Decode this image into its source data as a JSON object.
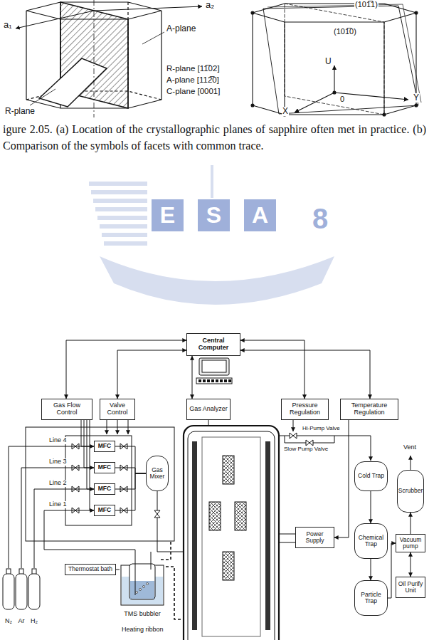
{
  "diagram": {
    "caption": "igure 2.05. (a) Location of the crystallographic planes of sapphire often met in practice. (b) Comparison of the symbols of facets with common trace.",
    "nodes": [
      {
        "text": [
          "Central Computer"
        ]
      },
      {
        "text": [
          "Gas Flow Control"
        ]
      },
      {
        "text": [
          "Valve Control"
        ]
      },
      {
        "text": [
          "Gas Analyzer"
        ]
      },
      {
        "text": [
          "Pressure Regulation"
        ]
      },
      {
        "text": [
          "Temperature Regulation"
        ]
      },
      {
        "text": [
          "MFC"
        ]
      },
      {
        "text": [
          "MFC"
        ]
      },
      {
        "text": [
          "MFC"
        ]
      },
      {
        "text": [
          "MFC"
        ]
      },
      {
        "text": [
          "Gas Mixer"
        ]
      },
      {
        "text": [
          "Thermostat bath"
        ]
      },
      {
        "text": [
          "TMS bubbler"
        ]
      },
      {
        "text": [
          "Cold Trap"
        ]
      },
      {
        "text": [
          "Chemical Trap"
        ]
      },
      {
        "text": [
          "Particle Trap"
        ]
      },
      {
        "text": [
          "Power Supply"
        ]
      },
      {
        "text": [
          "Scrubber"
        ]
      },
      {
        "text": [
          "Vacuum pump"
        ]
      },
      {
        "text": [
          "Oil Purify Unit"
        ]
      },
      {
        "text": [
          "N₂"
        ]
      },
      {
        "text": [
          "Ar"
        ]
      },
      {
        "text": [
          "H₂"
        ]
      }
    ],
    "edges": [
      {
        "from": 0,
        "to": 1,
        "arrow": "both"
      },
      {
        "from": 0,
        "to": 2,
        "arrow": "both"
      },
      {
        "from": 0,
        "to": 3,
        "arrow": "both"
      },
      {
        "from": 0,
        "to": 4,
        "arrow": "both"
      },
      {
        "from": 0,
        "to": 5,
        "arrow": "both"
      },
      {
        "from": 1,
        "to": 6,
        "arrow": "to"
      },
      {
        "from": 1,
        "to": 7,
        "arrow": "to"
      },
      {
        "from": 1,
        "to": 8,
        "arrow": "to"
      },
      {
        "from": 1,
        "to": 9,
        "arrow": "to"
      },
      {
        "from": 6,
        "to": 10,
        "arrow": "none"
      },
      {
        "from": 7,
        "to": 10,
        "arrow": "none"
      },
      {
        "from": 8,
        "to": 10,
        "arrow": "none"
      },
      {
        "from": 9,
        "to": 10,
        "arrow": "none"
      },
      {
        "from": 5,
        "to": 16,
        "arrow": "to"
      },
      {
        "from": 11,
        "to": 12,
        "arrow": "none"
      },
      {
        "from": 13,
        "to": 14,
        "arrow": "to"
      },
      {
        "from": 14,
        "to": 15,
        "arrow": "to"
      },
      {
        "from": 15,
        "to": 18,
        "arrow": "to"
      },
      {
        "from": 18,
        "to": 19,
        "arrow": "both"
      },
      {
        "from": 18,
        "to": 17,
        "arrow": "to"
      },
      {
        "from": 20,
        "to": 6,
        "arrow": "none"
      },
      {
        "from": 21,
        "to": 7,
        "arrow": "none"
      },
      {
        "from": 22,
        "to": 8,
        "arrow": "none"
      }
    ],
    "labels": [
      "a₁",
      "a₂",
      "A-plane",
      "R-plane",
      "R-plane [11̅02]",
      "A-plane [112̅0]",
      "C-plane [0001]",
      "(101̅1)",
      "(101̅0)",
      "U",
      "Y",
      "X",
      "0",
      "E",
      "S",
      "A",
      "8",
      "Line 4",
      "Line 3",
      "Line 2",
      "Line 1",
      "Hi-Pump Valve",
      "Slow Pump Valve",
      "Vent",
      "Heating ribbon"
    ]
  }
}
